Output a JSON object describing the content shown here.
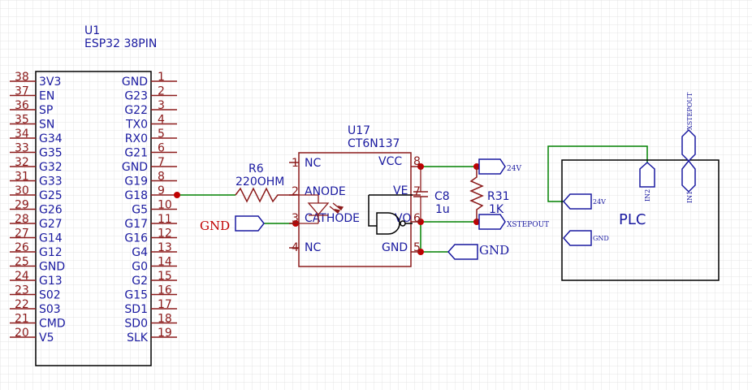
{
  "u1": {
    "ref": "U1",
    "value": "ESP32 38PIN",
    "left_pins": [
      {
        "num": "38",
        "name": "3V3"
      },
      {
        "num": "37",
        "name": "EN"
      },
      {
        "num": "36",
        "name": "SP"
      },
      {
        "num": "35",
        "name": "SN"
      },
      {
        "num": "34",
        "name": "G34"
      },
      {
        "num": "33",
        "name": "G35"
      },
      {
        "num": "32",
        "name": "G32"
      },
      {
        "num": "31",
        "name": "G33"
      },
      {
        "num": "30",
        "name": "G25"
      },
      {
        "num": "29",
        "name": "G26"
      },
      {
        "num": "28",
        "name": "G27"
      },
      {
        "num": "27",
        "name": "G14"
      },
      {
        "num": "26",
        "name": "G12"
      },
      {
        "num": "25",
        "name": "GND"
      },
      {
        "num": "24",
        "name": "G13"
      },
      {
        "num": "23",
        "name": "S02"
      },
      {
        "num": "22",
        "name": "S03"
      },
      {
        "num": "21",
        "name": "CMD"
      },
      {
        "num": "20",
        "name": "V5"
      }
    ],
    "right_pins": [
      {
        "num": "1",
        "name": "GND"
      },
      {
        "num": "2",
        "name": "G23"
      },
      {
        "num": "3",
        "name": "G22"
      },
      {
        "num": "4",
        "name": "TX0"
      },
      {
        "num": "5",
        "name": "RX0"
      },
      {
        "num": "6",
        "name": "G21"
      },
      {
        "num": "7",
        "name": "GND"
      },
      {
        "num": "8",
        "name": "G19"
      },
      {
        "num": "9",
        "name": "G18"
      },
      {
        "num": "10",
        "name": "G5"
      },
      {
        "num": "11",
        "name": "G17"
      },
      {
        "num": "12",
        "name": "G16"
      },
      {
        "num": "13",
        "name": "G4"
      },
      {
        "num": "14",
        "name": "G0"
      },
      {
        "num": "15",
        "name": "G2"
      },
      {
        "num": "16",
        "name": "G15"
      },
      {
        "num": "17",
        "name": "SD1"
      },
      {
        "num": "18",
        "name": "SD0"
      },
      {
        "num": "19",
        "name": "SLK"
      }
    ]
  },
  "r6": {
    "ref": "R6",
    "value": "220OHM"
  },
  "u17": {
    "ref": "U17",
    "value": "CT6N137",
    "pins": [
      {
        "num": "1",
        "name": "NC"
      },
      {
        "num": "2",
        "name": "ANODE"
      },
      {
        "num": "3",
        "name": "CATHODE"
      },
      {
        "num": "4",
        "name": "NC"
      },
      {
        "num": "8",
        "name": "VCC"
      },
      {
        "num": "7",
        "name": "VE"
      },
      {
        "num": "6",
        "name": "VO"
      },
      {
        "num": "5",
        "name": "GND"
      }
    ]
  },
  "c8": {
    "ref": "C8",
    "value": "1u"
  },
  "r31": {
    "ref": "R31",
    "value": "1K"
  },
  "net_flags": {
    "gnd_left": "GND",
    "v24_top": "24V",
    "xstepout_mid": "XSTEPOUT",
    "gnd_right": "GND",
    "plc_24v": "24V",
    "plc_gnd": "GND",
    "plc_in2": "IN2",
    "plc_in1": "IN1",
    "xstepout_top": "XSTEPOUT"
  },
  "plc": {
    "label": "PLC"
  },
  "colors": {
    "grid": "#e4e4e4",
    "component": "#8b1a1a",
    "pin_label": "#1a1aa0",
    "wire": "#008000",
    "junction": "#c00000",
    "net_flag": "#1a1aa0",
    "gnd_red": "#c00000",
    "outline": "#000000"
  }
}
